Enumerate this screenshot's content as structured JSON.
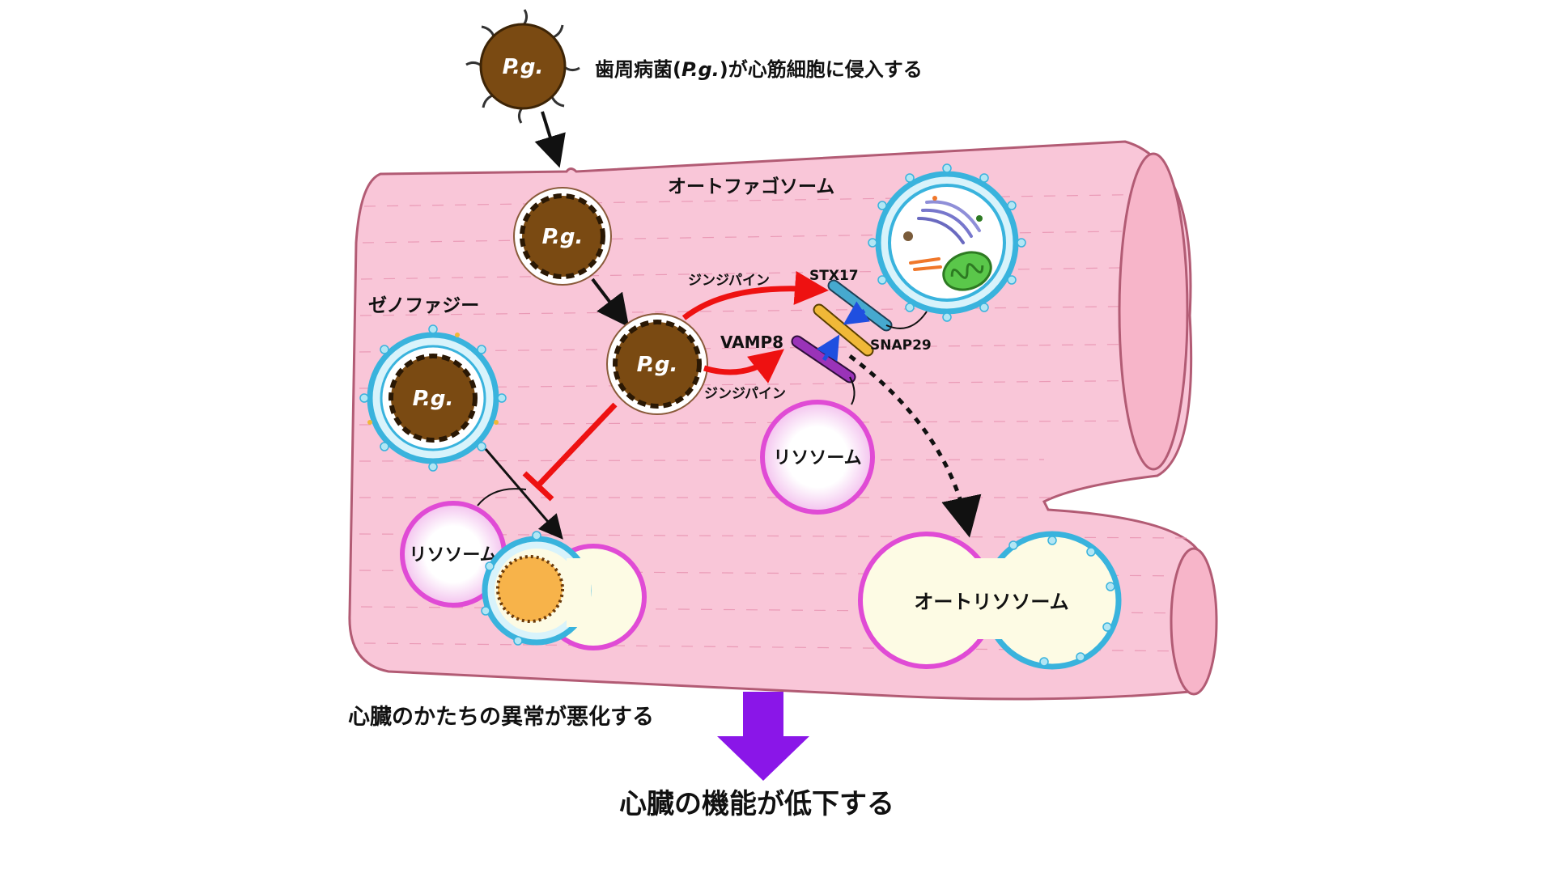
{
  "labels": {
    "invade_prefix": "歯周病菌(",
    "invade_italic": "P.g.",
    "invade_suffix": ")が心筋細胞に侵入する",
    "bacterium": "P.g.",
    "autophagosome": "オートファゴソーム",
    "xenophagy": "ゼノファジー",
    "gingipain": "ジンジパイン",
    "stx17": "STX17",
    "snap29": "SNAP29",
    "vamp8": "VAMP8",
    "lysosome": "リソソーム",
    "autolysosome": "オートリソソーム",
    "shape_worse": "心臓のかたちの異常が悪化する",
    "function_down": "心臓の機能が低下する"
  },
  "colors": {
    "cell": "#f9c6d8",
    "cell_edge": "#b25b74",
    "bacterium": "#7a4a12",
    "lysosome_ring": "#e04bd5",
    "autophagosome_ring": "#39b3dd",
    "activate_arrow": "#ee1111",
    "result_arrow": "#8a16e8",
    "stx17": "#46a9cf",
    "snap29": "#f0b838",
    "vamp8": "#9a33b8"
  }
}
